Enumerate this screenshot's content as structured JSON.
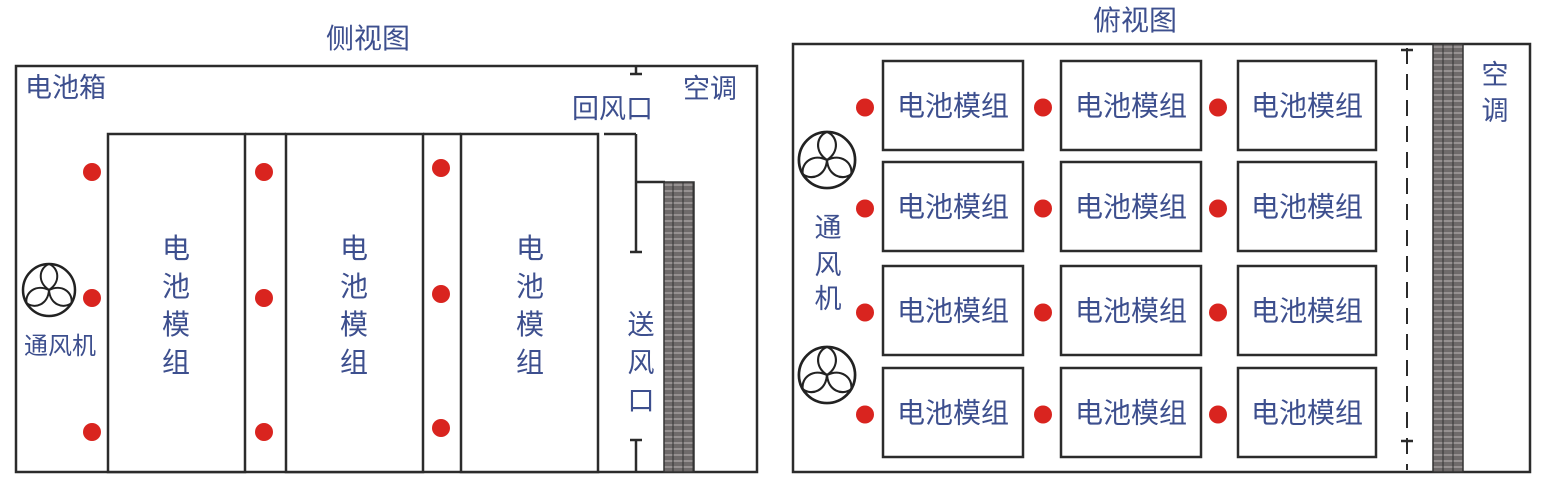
{
  "side_view": {
    "title": "侧视图",
    "enclosure_label": "电池箱",
    "ac_label": "空调",
    "return_air_label": "回风口",
    "supply_air_label": [
      "送",
      "风",
      "口"
    ],
    "fan_label": "通风机",
    "module_label": [
      "电",
      "池",
      "模",
      "组"
    ],
    "module_count": 3
  },
  "top_view": {
    "title": "俯视图",
    "ac_label": [
      "空",
      "调"
    ],
    "fan_label": [
      "通",
      "风",
      "机"
    ],
    "module_label": "电池模组",
    "rows": 4,
    "cols": 3
  },
  "colors": {
    "text": "#3d4f8e",
    "sensor_dot": "#d9241f",
    "line": "#2b2b2b"
  }
}
